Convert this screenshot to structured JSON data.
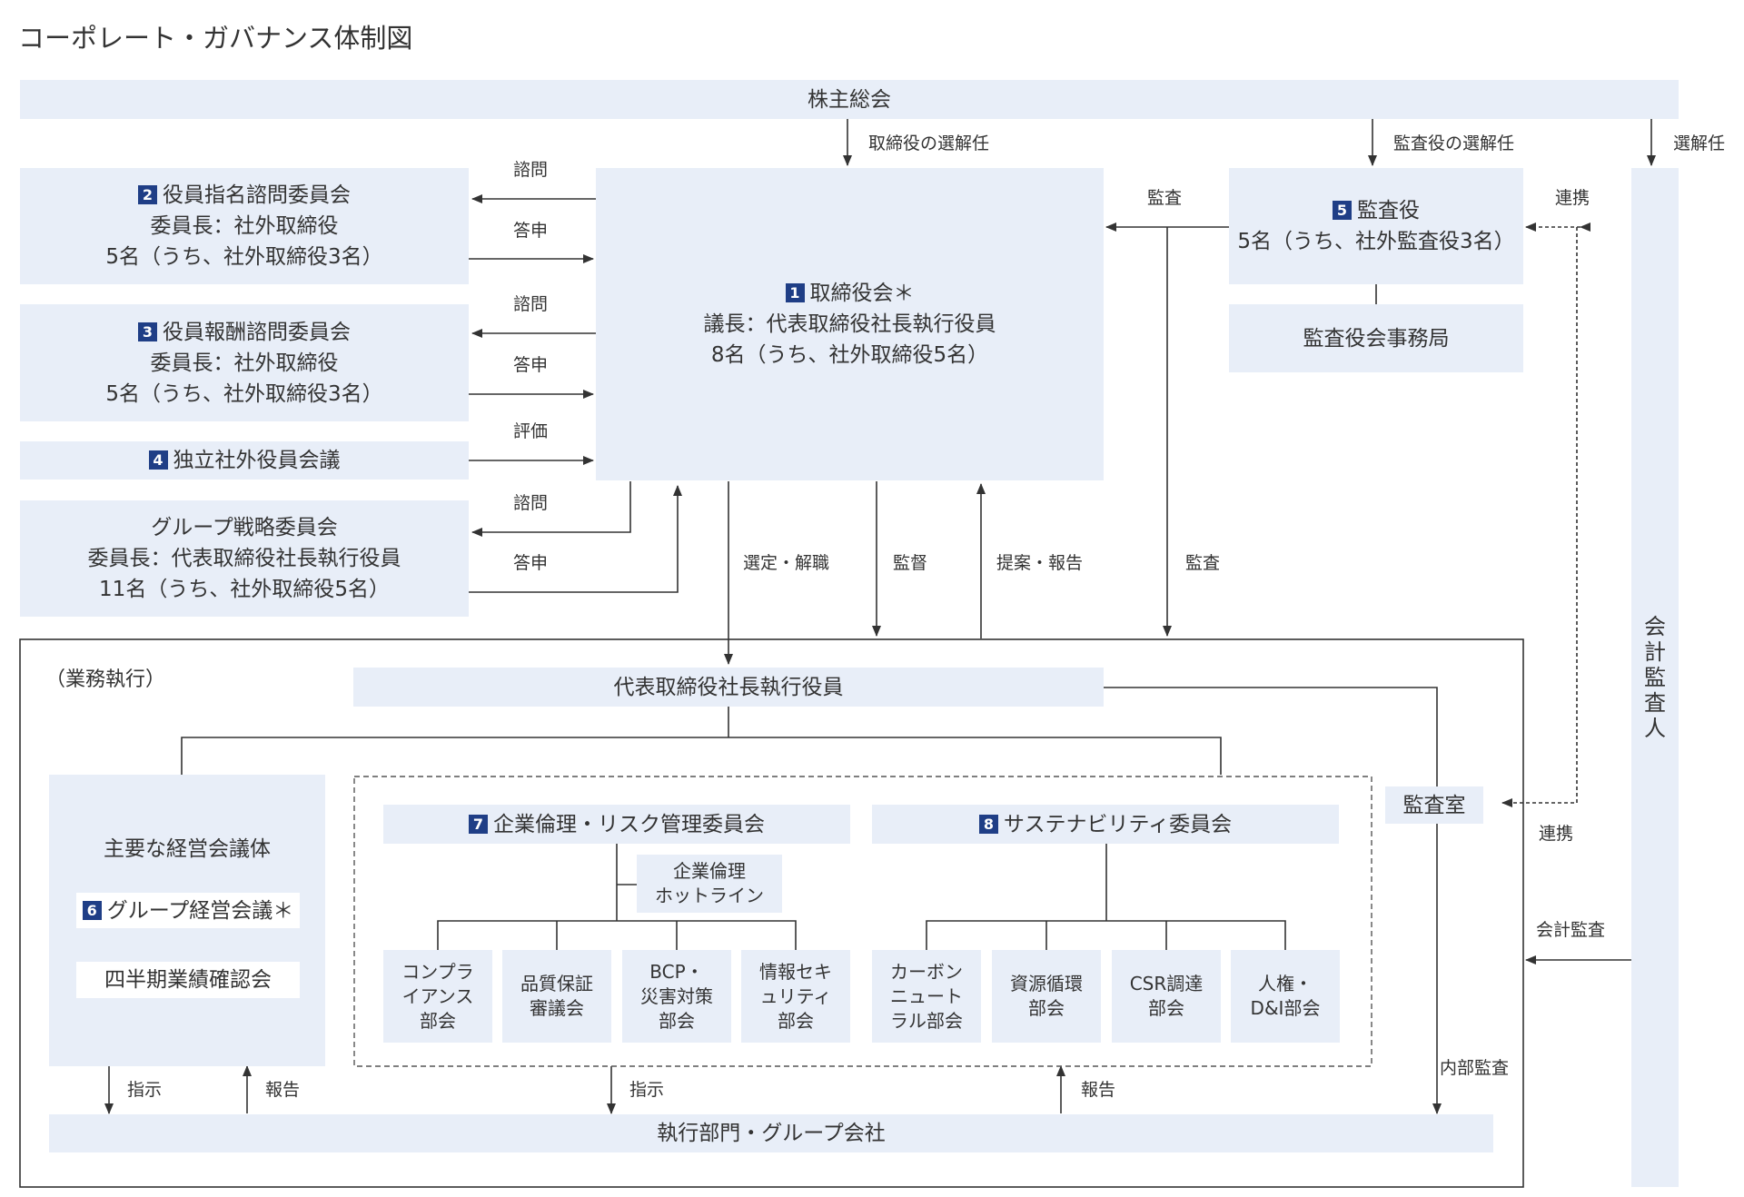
{
  "title": "コーポレート・ガバナンス体制図",
  "colors": {
    "box_fill": "#e8eef8",
    "number_badge": "#1f3e86",
    "line": "#333333",
    "text": "#333333"
  },
  "nodes": {
    "shareholders": "株主総会",
    "board": {
      "num": "1",
      "name": "取締役会＊",
      "line1": "議長：代表取締役社長執行役員",
      "line2": "8名（うち、社外取締役5名）"
    },
    "nomination": {
      "num": "2",
      "name": "役員指名諮問委員会",
      "line1": "委員長：社外取締役",
      "line2": "5名（うち、社外取締役3名）"
    },
    "compensation": {
      "num": "3",
      "name": "役員報酬諮問委員会",
      "line1": "委員長：社外取締役",
      "line2": "5名（うち、社外取締役3名）"
    },
    "independent": {
      "num": "4",
      "name": "独立社外役員会議"
    },
    "group_strategy": {
      "name": "グループ戦略委員会",
      "line1": "委員長：代表取締役社長執行役員",
      "line2": "11名（うち、社外取締役5名）"
    },
    "auditors": {
      "num": "5",
      "name": "監査役",
      "line1": "5名（うち、社外監査役3名）"
    },
    "auditors_office": "監査役会事務局",
    "accounting_auditor": "会計監査人",
    "execution_label": "（業務執行）",
    "president": "代表取締役社長執行役員",
    "main_meetings": "主要な経営会議体",
    "group_mgmt": {
      "num": "6",
      "name": "グループ経営会議＊"
    },
    "quarterly": "四半期業績確認会",
    "ethics": {
      "num": "7",
      "name": "企業倫理・リスク管理委員会"
    },
    "sustainability": {
      "num": "8",
      "name": "サステナビリティ委員会"
    },
    "hotline": [
      "企業倫理",
      "ホットライン"
    ],
    "sub_ethics": [
      [
        "コンプラ",
        "イアンス",
        "部会"
      ],
      [
        "品質保証",
        "審議会"
      ],
      [
        "BCP・",
        "災害対策",
        "部会"
      ],
      [
        "情報セキ",
        "ュリティ",
        "部会"
      ]
    ],
    "sub_sustainability": [
      [
        "カーボン",
        "ニュート",
        "ラル部会"
      ],
      [
        "資源循環",
        "部会"
      ],
      [
        "CSR調達",
        "部会"
      ],
      [
        "人権・",
        "D&I部会"
      ]
    ],
    "internal_audit": "監査室",
    "departments": "執行部門・グループ会社"
  },
  "edge_labels": {
    "director_elect": "取締役の選解任",
    "auditor_elect": "監査役の選解任",
    "elect": "選解任",
    "consult": "諮問",
    "report_back": "答申",
    "evaluation": "評価",
    "audit": "監査",
    "cooperation": "連携",
    "select_dismiss": "選定・解職",
    "supervise": "監督",
    "propose_report": "提案・報告",
    "instruct": "指示",
    "report": "報告",
    "internal_audit_flow": "内部監査",
    "accounting_audit": "会計監査"
  }
}
